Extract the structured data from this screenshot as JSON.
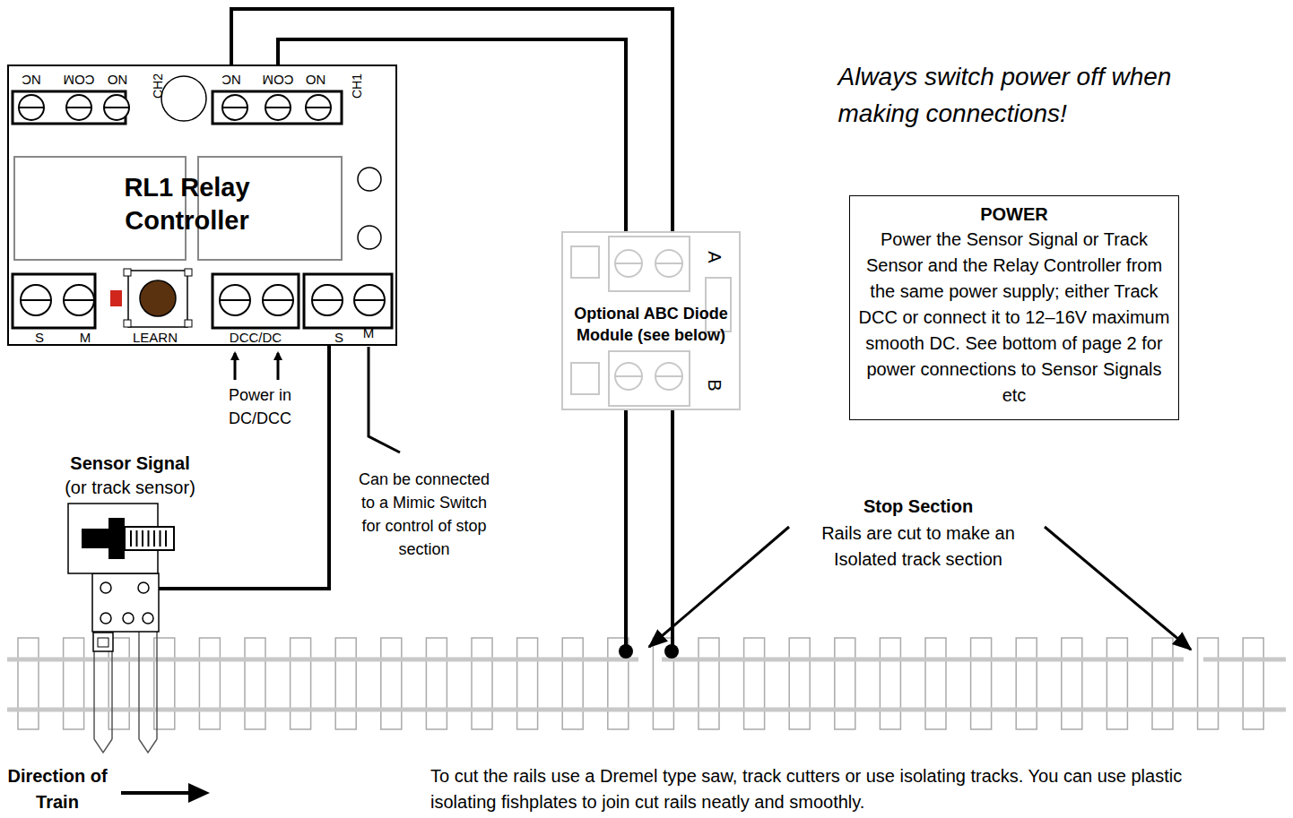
{
  "diagram": {
    "nodes": [
      {
        "text": [
          "RL1 Relay Controller"
        ]
      },
      {
        "text": [
          "Sensor Signal",
          "(or track sensor)"
        ]
      },
      {
        "text": [
          "Optional ABC Diode Module (see below)"
        ]
      },
      {
        "text": [
          "POWER",
          "Power the Sensor Signal or Track Sensor and the Relay Controller from the same power supply; either Track DCC or connect it to 12–16V maximum smooth DC. See bottom of page 2 for power connections to Sensor Signals etc"
        ]
      }
    ],
    "edges": [
      {
        "from": 0,
        "to": 2,
        "arrow": "none"
      },
      {
        "from": 0,
        "to": 2,
        "arrow": "none"
      },
      {
        "from": 0,
        "to": 1,
        "arrow": "none"
      }
    ],
    "labels": [
      "NC",
      "COM",
      "NO",
      "CH2",
      "NC",
      "COM",
      "NO",
      "CH1",
      "S",
      "M",
      "LEARN",
      "DCC/DC",
      "S",
      "M",
      "Power in DC/DCC",
      "Can be connected to a Mimic Switch for control of stop section",
      "Always switch power off when making connections!",
      "Stop Section",
      "Rails are cut to make an Isolated track section",
      "A",
      "B",
      "Direction of Train",
      "To cut the rails use a Dremel type saw, track cutters or use isolating tracks. You can use plastic isolating fishplates to join cut rails neatly and smoothly."
    ]
  }
}
